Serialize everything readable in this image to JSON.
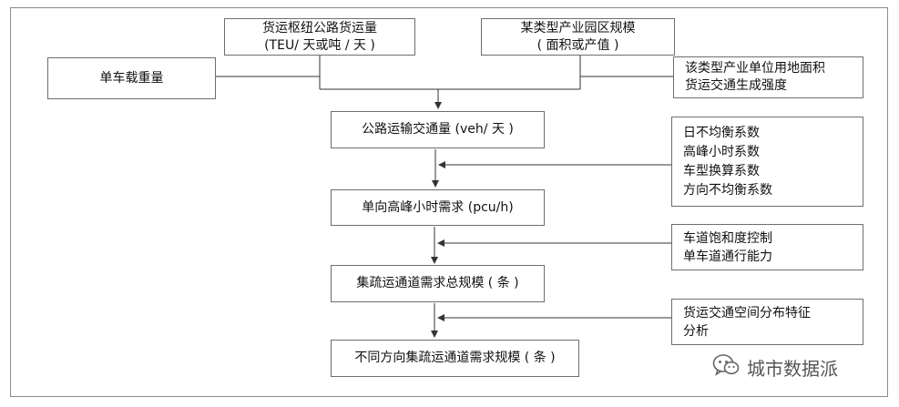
{
  "boxes": {
    "freight_volume": "货运枢纽公路货运量\n(TEU/ 天或吨 / 天 )",
    "park_scale": "某类型产业园区规模\n( 面积或产值 )",
    "single_load": "单车载重量",
    "gen_intensity": "该类型产业单位用地面积\n货运交通生成强度",
    "traffic_volume": "公路运输交通量 (veh/ 天 )",
    "factors": "日不均衡系数\n高峰小时系数\n车型换算系数\n方向不均衡系数",
    "peak_demand": "单向高峰小时需求 (pcu/h)",
    "lane_capacity": "车道饱和度控制\n单车道通行能力",
    "total_scale": "集疏运通道需求总规模 ( 条 )",
    "spatial_analysis": "货运交通空间分布特征\n分析",
    "direction_scale": "不同方向集疏运通道需求规模 ( 条 )"
  },
  "watermark": {
    "text": "城市数据派",
    "icon": "wechat-icon"
  },
  "colors": {
    "border": "#6e6e6e",
    "line": "#333333",
    "frame": "#8a8a8a"
  }
}
